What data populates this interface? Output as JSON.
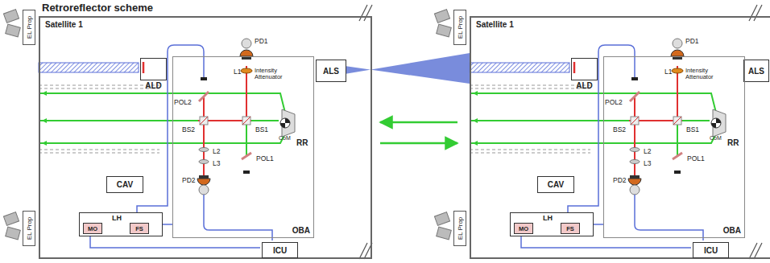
{
  "diagram": {
    "title": "Retroreflector scheme",
    "nodes": [
      {
        "text": [
          "EL Prop"
        ]
      },
      {
        "text": [
          "Satellite 1"
        ]
      },
      {
        "text": [
          "ALD"
        ],
        "in": 1
      },
      {
        "text": [
          "ALS"
        ],
        "in": 1
      },
      {
        "text": [
          "CAV"
        ],
        "in": 1
      },
      {
        "text": [
          "OBA"
        ],
        "in": 1
      },
      {
        "text": [
          "LH"
        ],
        "in": 1
      },
      {
        "text": [
          "MO"
        ],
        "in": 6
      },
      {
        "text": [
          "FS"
        ],
        "in": 6
      },
      {
        "text": [
          "ICU"
        ],
        "in": 1
      },
      {
        "text": [
          "EL Prop"
        ]
      },
      {
        "text": [
          "EL Prop"
        ]
      },
      {
        "text": [
          "Satellite 1"
        ]
      },
      {
        "text": [
          "ALD"
        ],
        "in": 12
      },
      {
        "text": [
          "ALS"
        ],
        "in": 12
      },
      {
        "text": [
          "CAV"
        ],
        "in": 12
      },
      {
        "text": [
          "OBA"
        ],
        "in": 12
      },
      {
        "text": [
          "LH"
        ],
        "in": 12
      },
      {
        "text": [
          "MO"
        ],
        "in": 17
      },
      {
        "text": [
          "FS"
        ],
        "in": 17
      },
      {
        "text": [
          "ICU"
        ],
        "in": 12
      },
      {
        "text": [
          "EL Prop"
        ]
      }
    ],
    "edges": [
      {
        "from": 6,
        "to": 5,
        "arrow": "none"
      },
      {
        "from": 17,
        "to": 16,
        "arrow": "none"
      }
    ],
    "labels": [
      "PD1",
      "L1",
      "Intensity Attenuator",
      "POL2",
      "BS2",
      "BS1",
      "POL1",
      "L2",
      "L3",
      "PD2",
      "CoM",
      "RR",
      "PD1",
      "L1",
      "Intensity Attenuator",
      "POL2",
      "BS2",
      "BS1",
      "POL1",
      "L2",
      "L3",
      "PD2",
      "CoM",
      "RR"
    ]
  }
}
